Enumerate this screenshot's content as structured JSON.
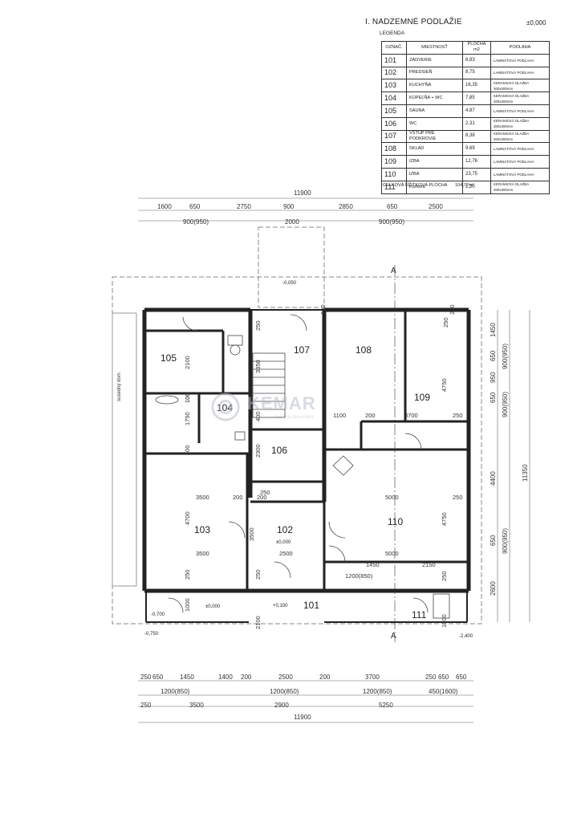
{
  "legend": {
    "title": "I. NADZEMNÉ PODLAŽIE",
    "level": "±0,000",
    "subtitle": "LEGENDA",
    "headers": {
      "code": "OZNAČ.",
      "name": "MIESTNOSŤ",
      "area_top": "PLOCHA",
      "area_unit": "m2",
      "floor": "PODLAHA"
    },
    "rows": [
      {
        "code": "101",
        "name": "ZÁDVERIE",
        "area": "8,83",
        "floor": "LAMINÁTOVÁ PODLAHA",
        "floor_sub": ""
      },
      {
        "code": "102",
        "name": "PREDSIEŇ",
        "area": "8,75",
        "floor": "LAMINÁTOVÁ PODLAHA",
        "floor_sub": ""
      },
      {
        "code": "103",
        "name": "KUCHYŇA",
        "area": "16,35",
        "floor": "KERAMICKÁ DLAŽBA",
        "floor_sub": "300x300mm"
      },
      {
        "code": "104",
        "name": "KÚPEĽŇA + WC",
        "area": "7,85",
        "floor": "KERAMICKÁ DLAŽBA",
        "floor_sub": "300x300mm"
      },
      {
        "code": "105",
        "name": "SAUNA",
        "area": "4,87",
        "floor": "LAMINÁTOVÁ PODLAHA",
        "floor_sub": ""
      },
      {
        "code": "106",
        "name": "WC",
        "area": "2,31",
        "floor": "KERAMICKÁ DLAŽBA",
        "floor_sub": "300x300mm"
      },
      {
        "code": "107",
        "name": "VSTUP PRE PODKROVIE",
        "area": "8,38",
        "floor": "KERAMICKÁ DLAŽBA",
        "floor_sub": "300x300mm"
      },
      {
        "code": "108",
        "name": "SKLAD",
        "area": "9,69",
        "floor": "LAMINÁTOVÁ PODLAHA",
        "floor_sub": ""
      },
      {
        "code": "109",
        "name": "IZBA",
        "area": "12,76",
        "floor": "LAMINÁTOVÁ PODLAHA",
        "floor_sub": ""
      },
      {
        "code": "110",
        "name": "IZBA",
        "area": "23,75",
        "floor": "LAMINÁTOVÁ PODLAHA",
        "floor_sub": ""
      },
      {
        "code": "111",
        "name": "Komora",
        "area": "1,20",
        "floor": "KERAMICKÁ DLAŽBA",
        "floor_sub": "300x300mm"
      }
    ],
    "total_label": "CELKOVÁ ÚŽITKOVÁ PLOCHA",
    "total_value": "104,77m²"
  },
  "watermark": {
    "brand": "KEMAR",
    "tagline": "realitná kancelária"
  },
  "plan": {
    "room_labels": [
      {
        "id": "105",
        "text": "105"
      },
      {
        "id": "104",
        "text": "104"
      },
      {
        "id": "107",
        "text": "107"
      },
      {
        "id": "108",
        "text": "108"
      },
      {
        "id": "109",
        "text": "109"
      },
      {
        "id": "106",
        "text": "106"
      },
      {
        "id": "103",
        "text": "103"
      },
      {
        "id": "102",
        "text": "102"
      },
      {
        "id": "110",
        "text": "110"
      },
      {
        "id": "101",
        "text": "101"
      },
      {
        "id": "111",
        "text": "111"
      }
    ],
    "neighbor_label": "susedný dom",
    "section_mark": "A",
    "levels": [
      "-0,050",
      "±0,000",
      "±0,000",
      "+0,100",
      "-0,700",
      "-0,750",
      "-2,400"
    ],
    "top_dims": {
      "overall": "11900",
      "row1": [
        "1600",
        "650",
        "2750",
        "900",
        "2850",
        "650",
        "2500"
      ],
      "row2": [
        "900(950)",
        "2000",
        "900(950)"
      ]
    },
    "bottom_dims": {
      "row1": [
        "250",
        "650",
        "1450",
        "1400",
        "200",
        "2500",
        "200",
        "3700",
        "250",
        "650",
        "650"
      ],
      "row2": [
        "1200(850)",
        "1200(850)",
        "1200(850)",
        "450(1600)"
      ],
      "row3": [
        "250",
        "3500",
        "2900",
        "5250"
      ],
      "overall": "11900"
    },
    "right_dims": {
      "col1": [
        "1450",
        "650",
        "950",
        "650",
        "4400",
        "650",
        "2600"
      ],
      "col2": [
        "900(950)",
        "900(950)",
        "900(950)"
      ],
      "overall": "11350"
    },
    "inner_dims": [
      "250",
      "2100",
      "100",
      "1750",
      "400",
      "3350",
      "400",
      "250",
      "2300",
      "1100",
      "200",
      "3700",
      "250",
      "4750",
      "250",
      "3500",
      "200",
      "200",
      "5000",
      "250",
      "4700",
      "3500",
      "3500",
      "2500",
      "5000",
      "4750",
      "1450",
      "2150",
      "1200(850)",
      "250",
      "250",
      "250",
      "1000",
      "2100",
      "1000",
      "100",
      "250",
      "100"
    ]
  }
}
